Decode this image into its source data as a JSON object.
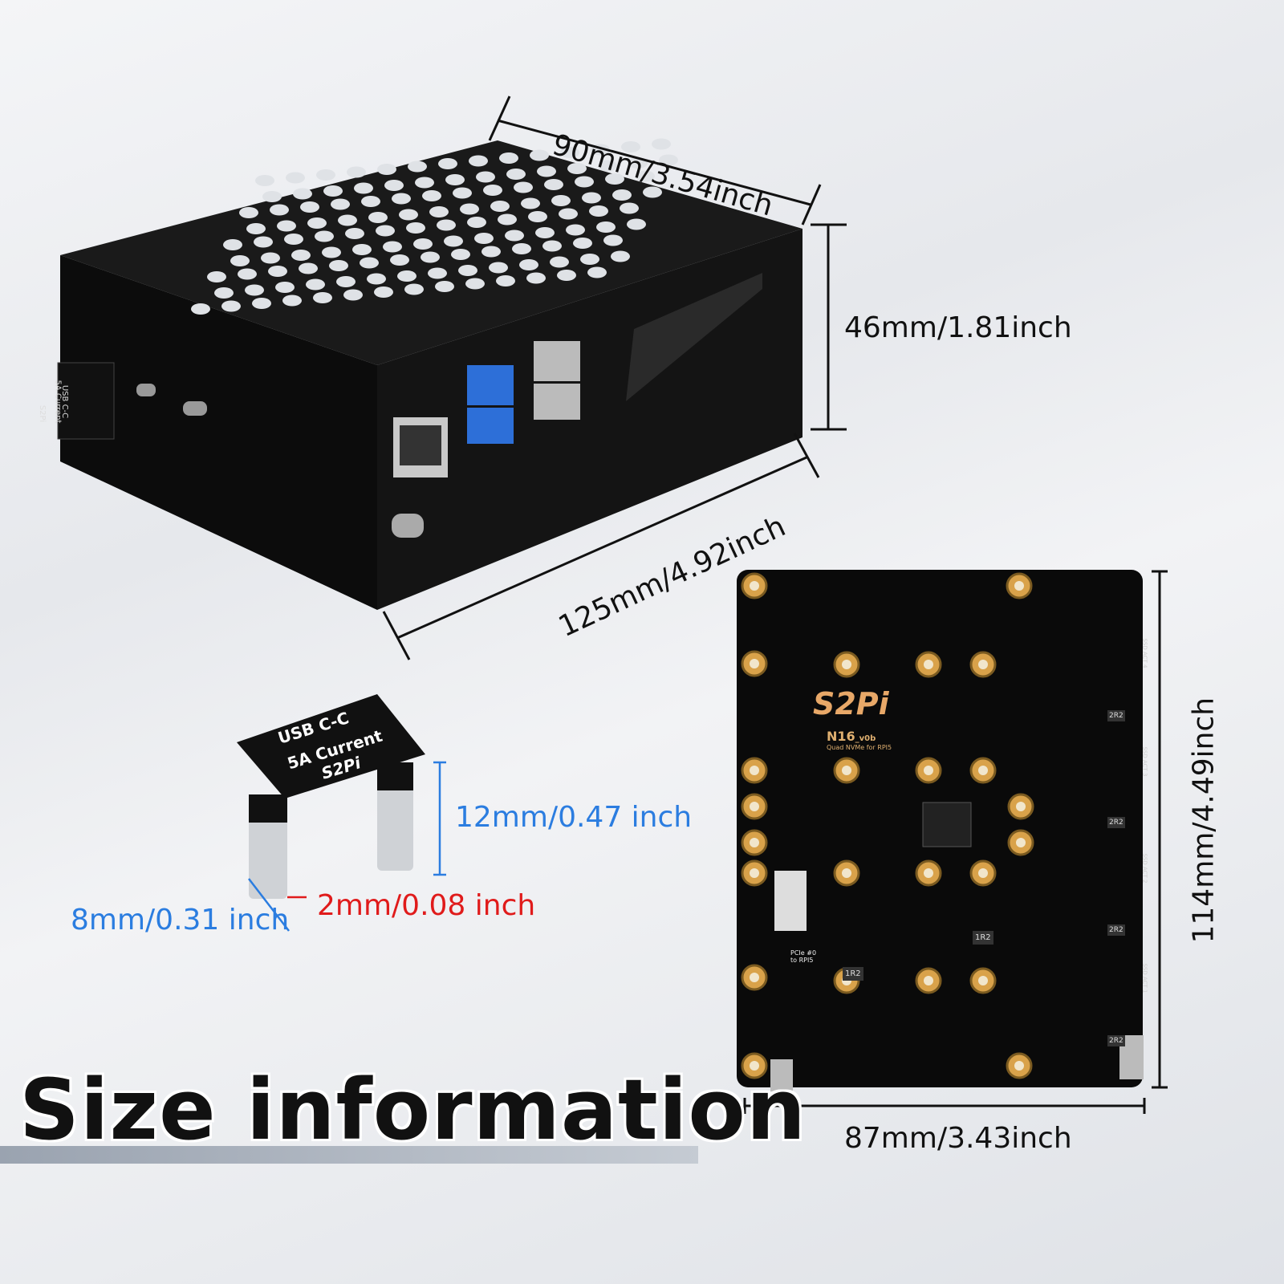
{
  "title": "Size information",
  "case": {
    "width_label": "90mm/3.54inch",
    "height_label": "46mm/1.81inch",
    "length_label": "125mm/4.92inch",
    "side_adapter_text": [
      "USB C-C",
      "5A Current",
      "S2Pi"
    ]
  },
  "adapter": {
    "text_line1": "USB C-C",
    "text_line2": "5A Current",
    "logo": "S2Pi",
    "height_label": "12mm/0.47 inch",
    "gap_label": "2mm/0.08 inch",
    "width_label": "8mm/0.31 inch"
  },
  "pcb": {
    "logo": "S2Pi",
    "model": "N16",
    "version": "_v0b",
    "subtitle": "Quad NVMe for RPI5",
    "pcie_label": "PCIe #0 to RPI5",
    "ssd_labels": [
      "SSD ACT 4",
      "SSD ACT 3",
      "SSD ACT 2",
      "SSD ACT 1"
    ],
    "inductor_labels": [
      "2R2",
      "2R2",
      "2R2",
      "2R2",
      "1R2",
      "1R2"
    ],
    "height_label": "114mm/4.49inch",
    "width_label": "87mm/3.43inch"
  },
  "colors": {
    "blue_annotation": "#2b7de0",
    "red_annotation": "#e01b1b",
    "pcb_gold": "#d9a24a",
    "case_black": "#111111"
  }
}
